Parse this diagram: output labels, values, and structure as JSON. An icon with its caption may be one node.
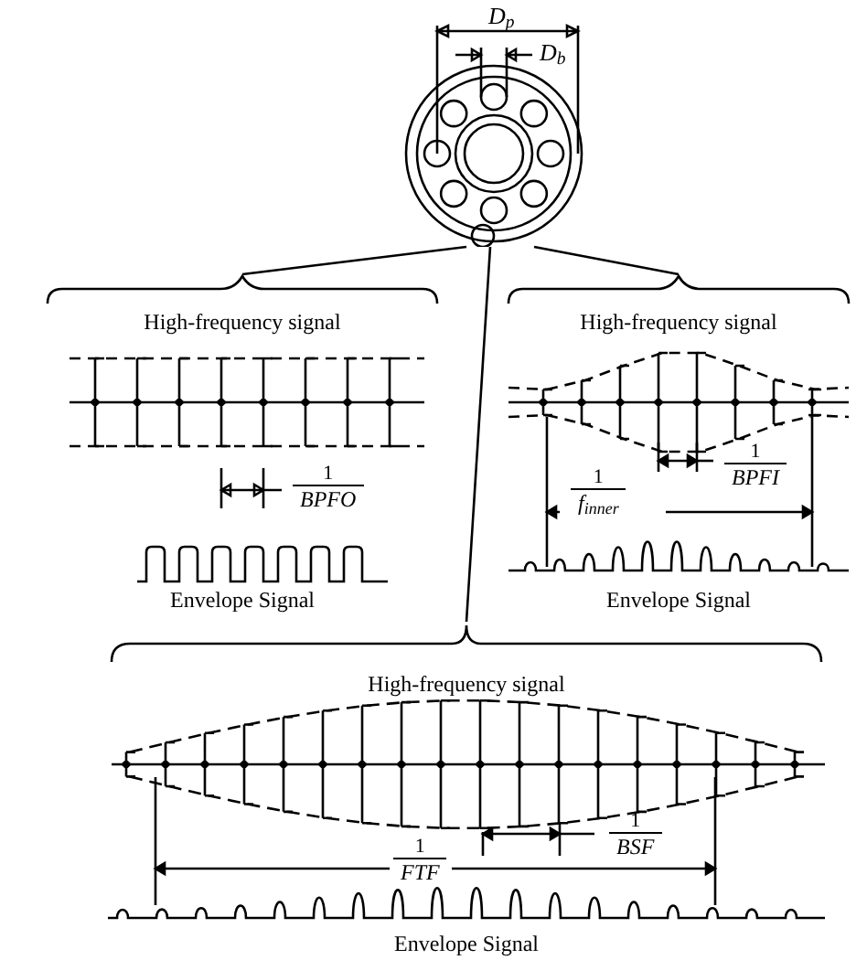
{
  "diagram": {
    "nodes": [
      {
        "text": [],
        "shape": "picture"
      },
      {
        "text": [
          "High-frequency signal",
          "Envelope Signal"
        ]
      },
      {
        "text": [
          "High-frequency signal",
          "Envelope Signal"
        ]
      },
      {
        "text": [
          "High-frequency signal",
          "Envelope Signal"
        ]
      }
    ],
    "edges": [
      {
        "from": 0,
        "to": 1,
        "arrow": "none"
      },
      {
        "from": 0,
        "to": 2,
        "arrow": "none"
      },
      {
        "from": 0,
        "to": 3,
        "arrow": "none"
      }
    ],
    "labels": [
      "D$_{p}$",
      "D$_{b}$",
      "1",
      "BPFO",
      "1",
      "BPFI",
      "1",
      "f$_{inner}$",
      "1",
      "BSF",
      "1",
      "FTF"
    ]
  }
}
